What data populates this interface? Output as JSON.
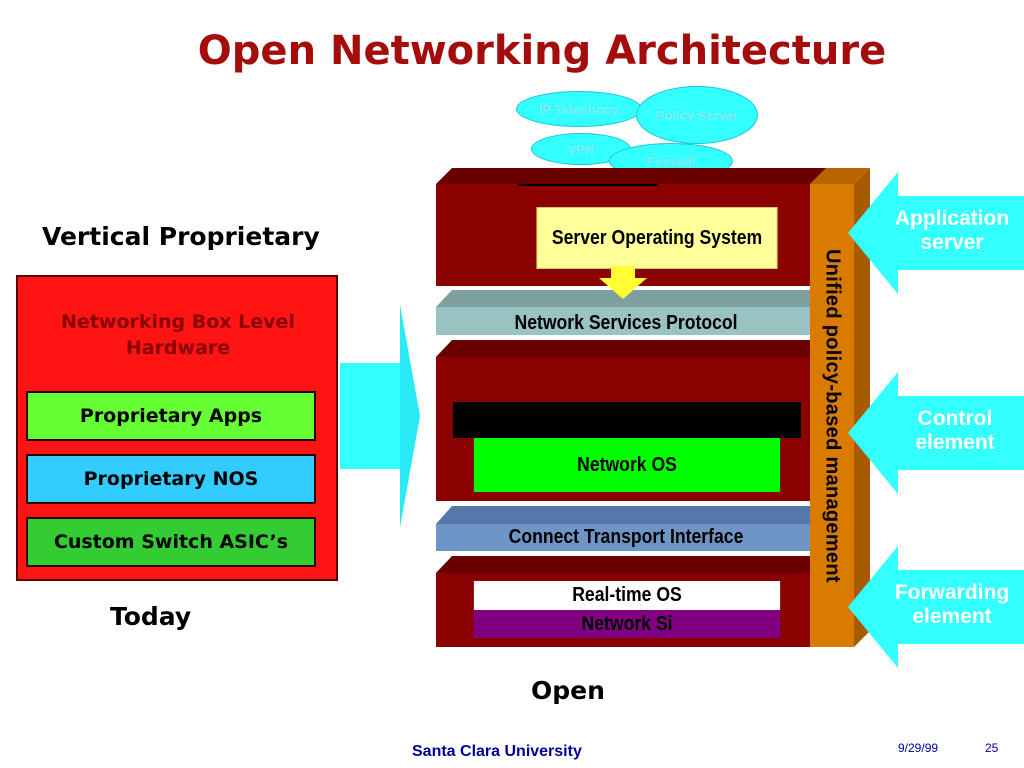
{
  "slide": {
    "title": "Open Networking Architecture",
    "footer_center": "Santa Clara University",
    "footer_date": "9/29/99",
    "footer_page": "25"
  },
  "left": {
    "heading": "Vertical Proprietary",
    "box_title": "Networking Box Level Hardware",
    "layers": [
      "Proprietary Apps",
      "Proprietary NOS",
      "Custom Switch ASIC’s"
    ],
    "caption": "Today"
  },
  "right": {
    "ovals": [
      "IP Telephony",
      "Policy Server",
      "VPN",
      "Firewall"
    ],
    "server_os": "Server Operating System",
    "network_services": "Network Services Protocol",
    "network_os": "Network OS",
    "connect_transport": "Connect Transport Interface",
    "realtime_os": "Real-time OS",
    "network_si": "Network Si",
    "side_bar": "Unified policy-based management",
    "caption": "Open",
    "arrows": [
      "Application server",
      "Control element",
      "Forwarding element"
    ]
  },
  "colors": {
    "title": "#a50d0d",
    "block_face": "#8b0000",
    "block_top": "#6b0000",
    "sidebar": "#d87b00",
    "cyan": "#33ffff",
    "yellow_box": "#ffff99",
    "green": "#00ff00",
    "purple": "#800080",
    "footer": "#000099"
  }
}
